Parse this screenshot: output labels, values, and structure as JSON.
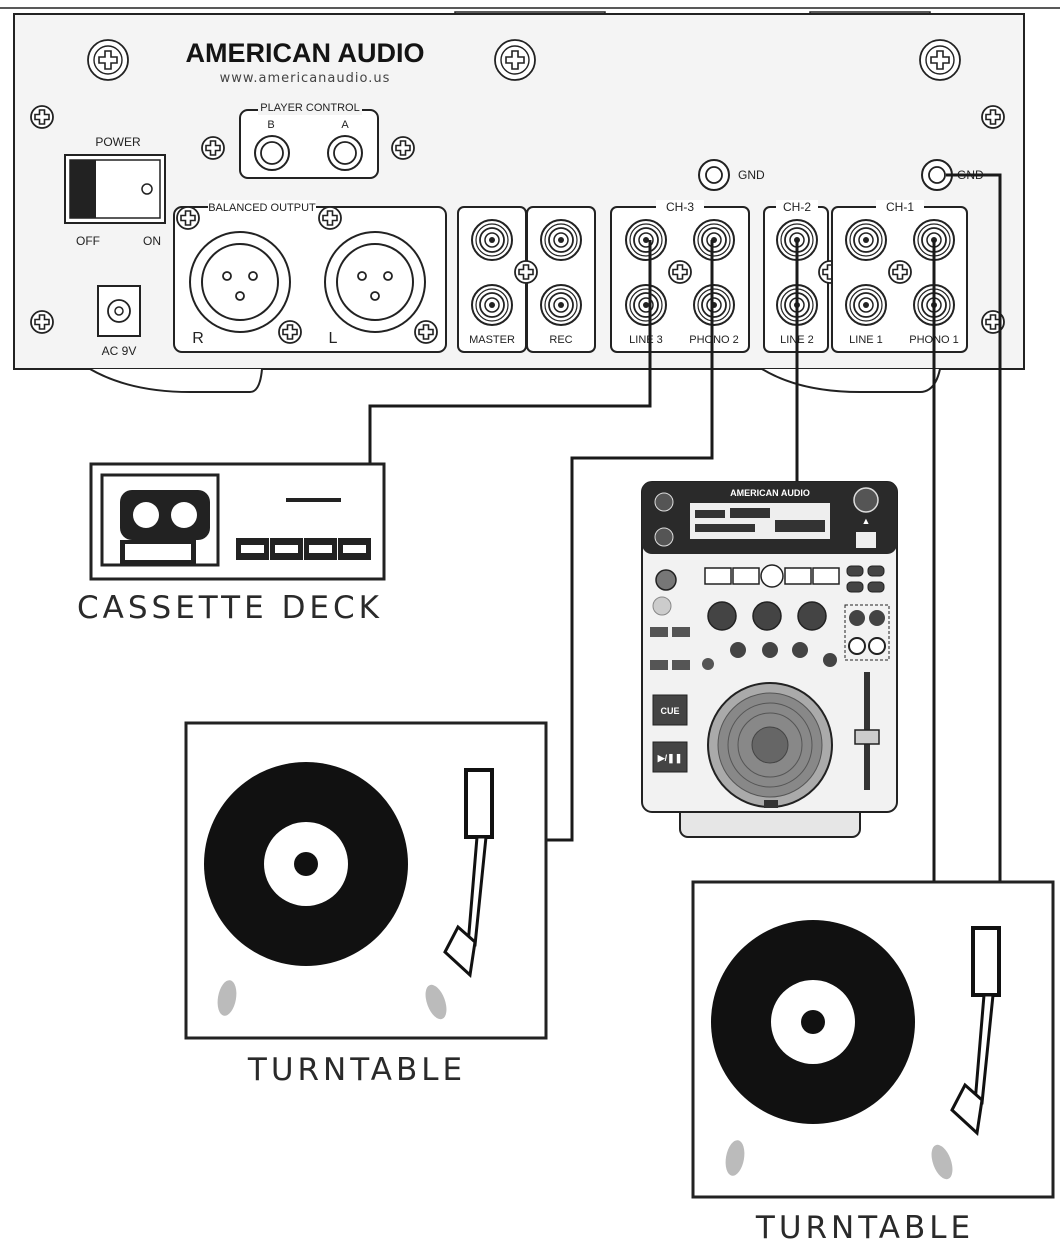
{
  "mixer": {
    "brand": "AMERICAN AUDIO",
    "url": "www.americanaudio.us",
    "power": {
      "label": "POWER",
      "off": "OFF",
      "on": "ON"
    },
    "dc_in": "AC 9V",
    "player_control": {
      "title": "PLAYER CONTROL",
      "b": "B",
      "a": "A"
    },
    "balanced_output": {
      "title": "BALANCED OUTPUT",
      "r": "R",
      "l": "L"
    },
    "master": "MASTER",
    "rec": "REC",
    "gnd_1": "GND",
    "gnd_2": "GND",
    "ch3": {
      "title": "CH-3",
      "line": "LINE 3",
      "phono": "PHONO 2"
    },
    "ch2": {
      "title": "CH-2",
      "line": "LINE 2"
    },
    "ch1": {
      "title": "CH-1",
      "line": "LINE 1",
      "phono": "PHONO 1"
    }
  },
  "cd_player": {
    "brand": "AMERICAN AUDIO",
    "cue": "CUE",
    "play_pause": "▶/❚❚"
  },
  "devices": {
    "cassette_deck": "CASSETTE DECK",
    "turntable_left": "TURNTABLE",
    "turntable_right": "TURNTABLE"
  },
  "colors": {
    "line": "#1a1a1a",
    "panel": "#f4f4f4",
    "accent": "#2b4f8a"
  }
}
